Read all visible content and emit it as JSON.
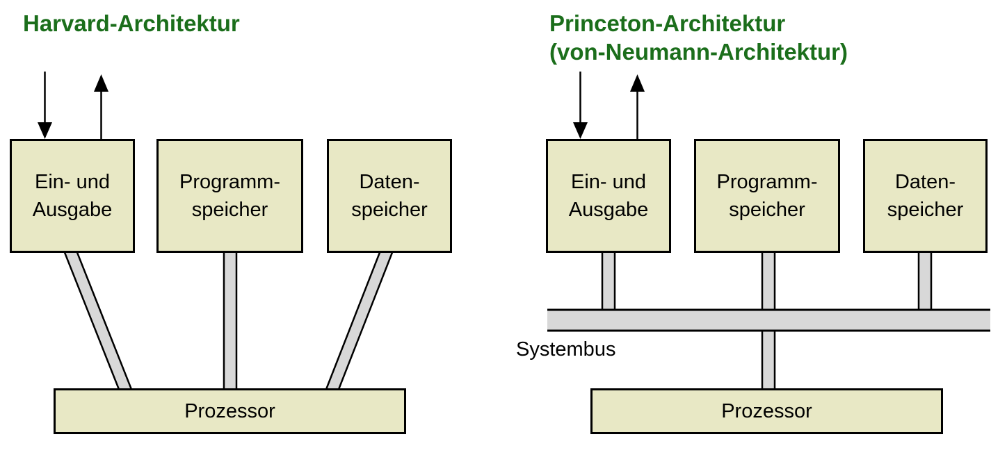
{
  "colors": {
    "box_fill": "#e8e8c5",
    "connector_fill": "#d8d8d8",
    "title_green": "#1b6e1b",
    "line_black": "#000000"
  },
  "harvard": {
    "title": "Harvard-Architektur",
    "boxes": [
      {
        "line1": "Ein- und",
        "line2": "Ausgabe"
      },
      {
        "line1": "Programm-",
        "line2": "speicher"
      },
      {
        "line1": "Daten-",
        "line2": "speicher"
      }
    ],
    "processor": "Prozessor"
  },
  "princeton": {
    "title_line1": "Princeton-Architektur",
    "title_line2": "(von-Neumann-Architektur)",
    "boxes": [
      {
        "line1": "Ein- und",
        "line2": "Ausgabe"
      },
      {
        "line1": "Programm-",
        "line2": "speicher"
      },
      {
        "line1": "Daten-",
        "line2": "speicher"
      }
    ],
    "bus_label": "Systembus",
    "processor": "Prozessor"
  }
}
